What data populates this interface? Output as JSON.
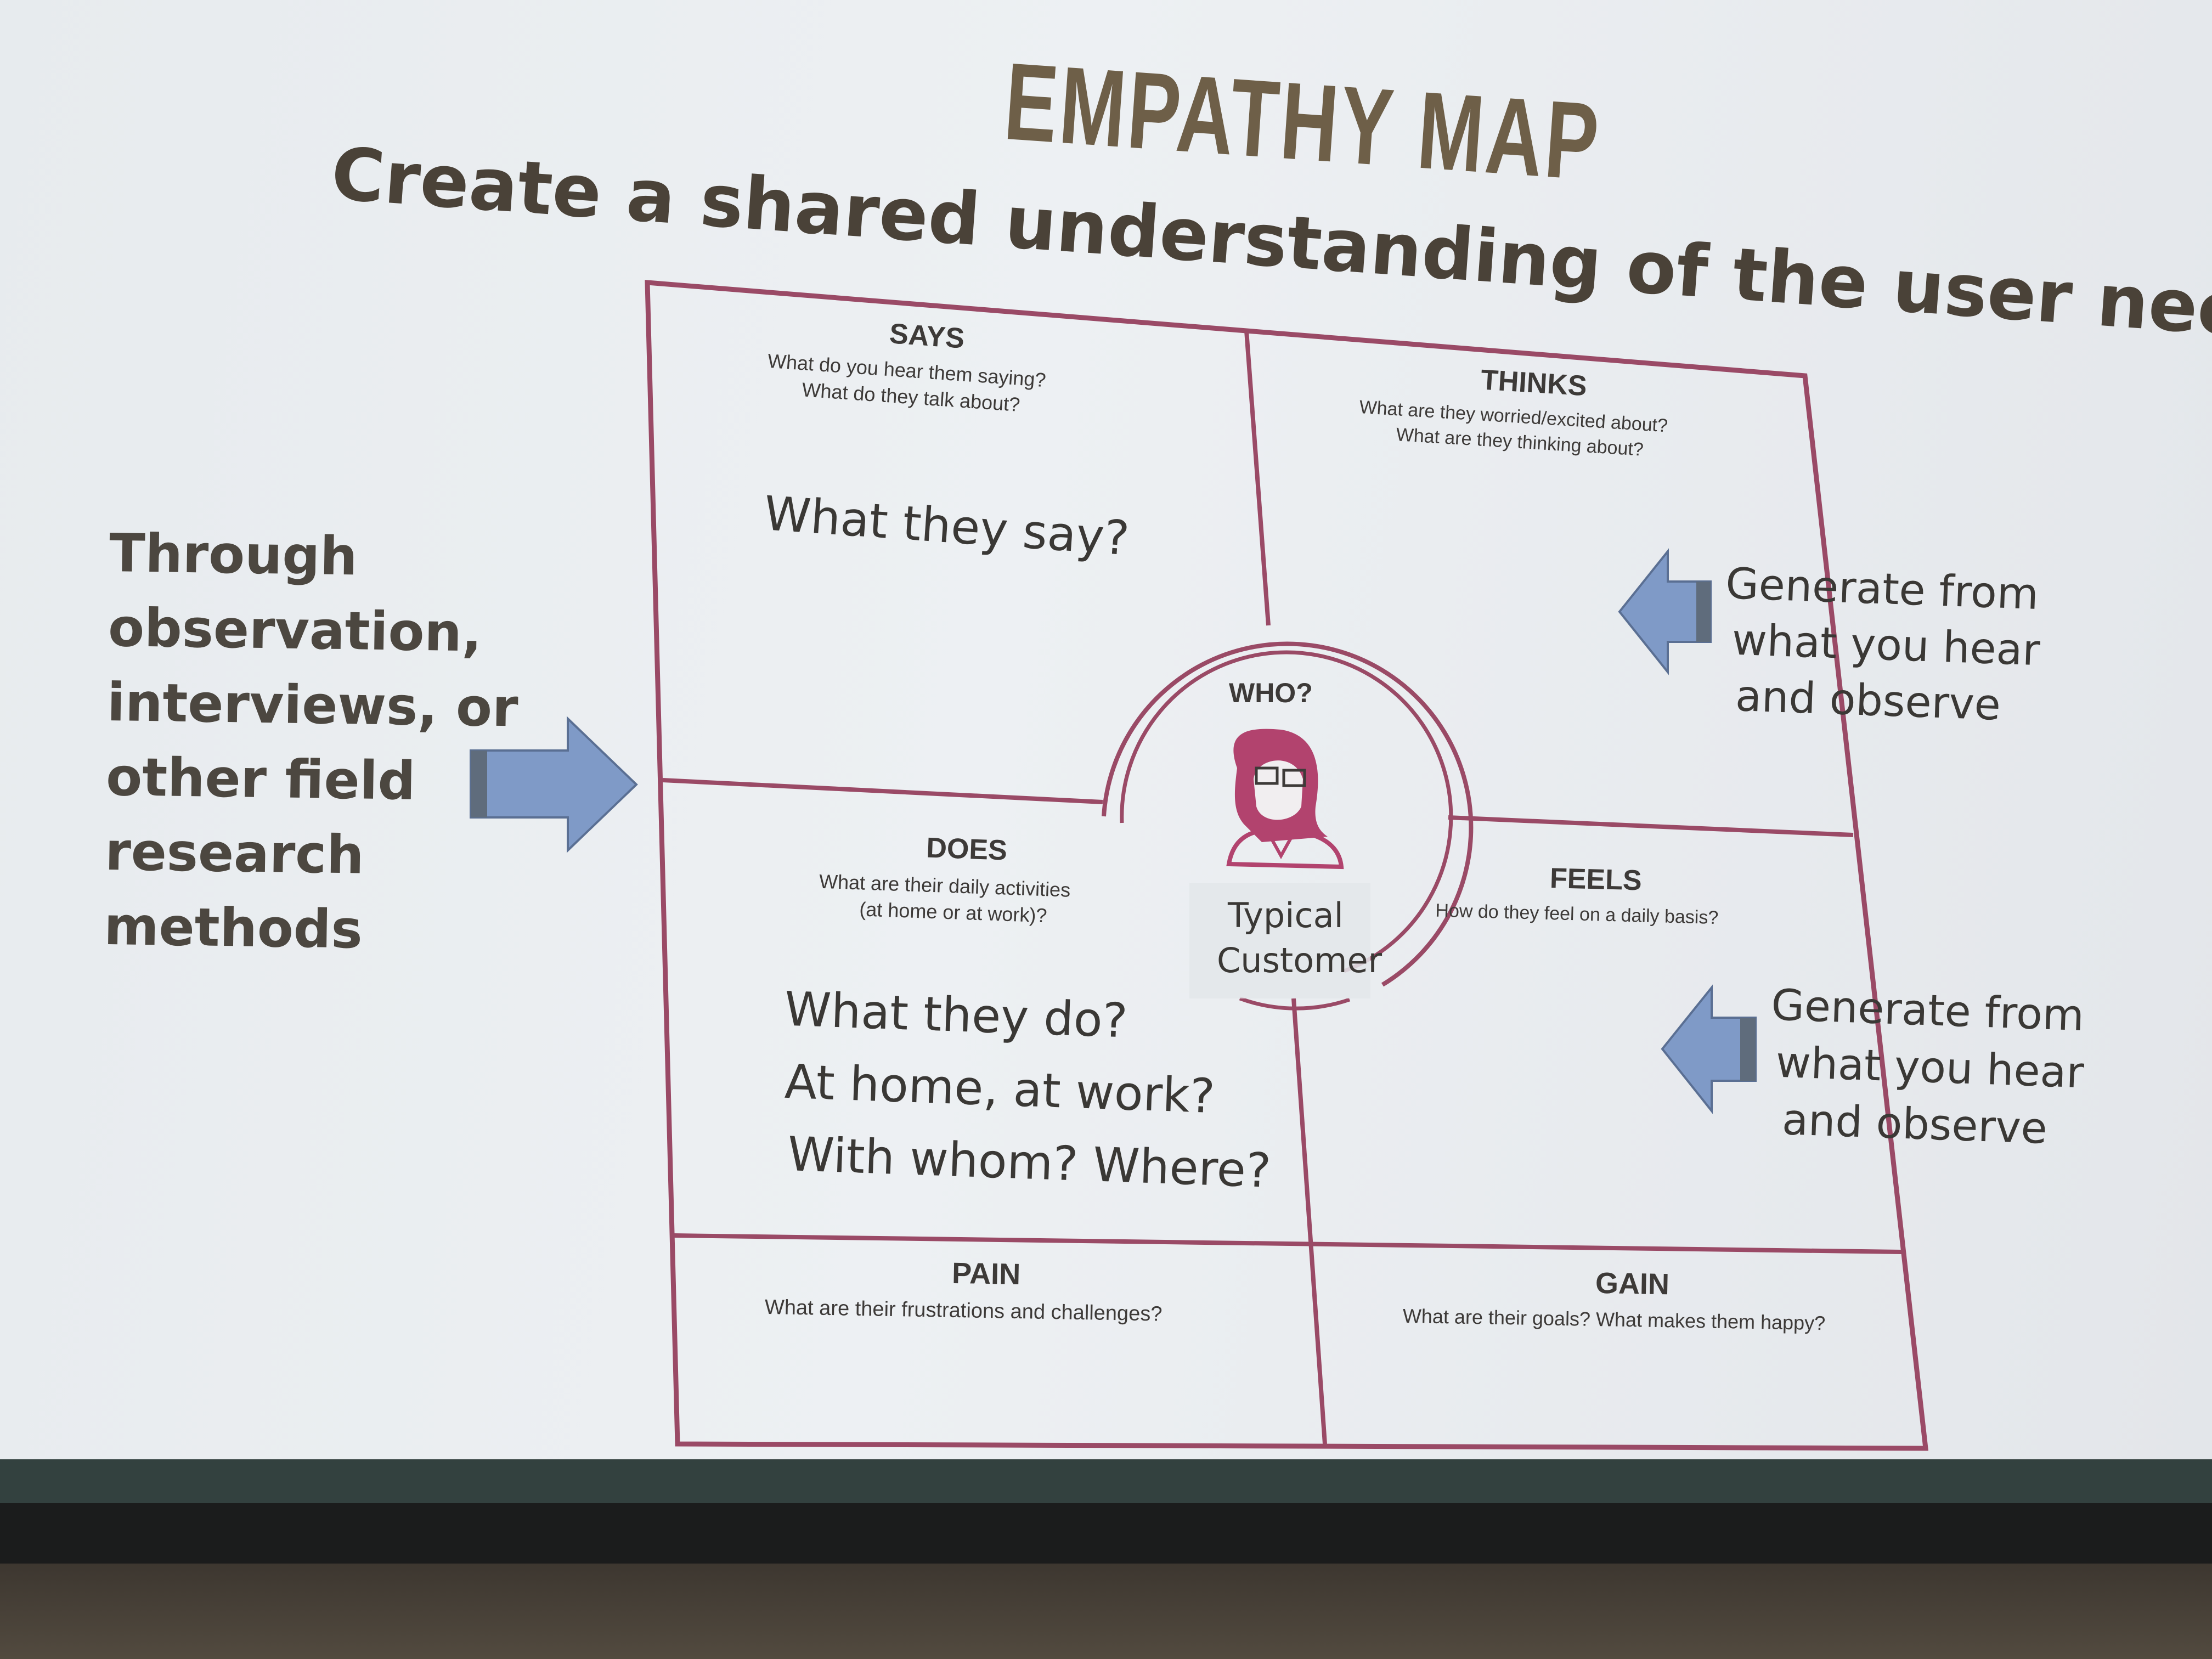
{
  "title": "EMPATHY MAP",
  "subtitle": "Create a shared understanding of the user needs",
  "left_note": [
    "Through",
    "observation,",
    "interviews, or",
    "other field",
    "research",
    "methods"
  ],
  "quadrants": {
    "says": {
      "label": "SAYS",
      "q1": "What do you hear them saying?",
      "q2": "What do they talk about?",
      "body": [
        "What they say?"
      ]
    },
    "thinks": {
      "label": "THINKS",
      "q1": "What are they worried/excited about?",
      "q2": "What are they thinking about?"
    },
    "does": {
      "label": "DOES",
      "q1": "What are their daily activities",
      "q2": "(at home or at work)?",
      "body": [
        "What they do?",
        "At home, at work?",
        "With whom? Where?"
      ]
    },
    "feels": {
      "label": "FEELS",
      "q1": "How do they feel on a daily basis?"
    },
    "pain": {
      "label": "PAIN",
      "q1": "What are their frustrations and challenges?"
    },
    "gain": {
      "label": "GAIN",
      "q1": "What are their goals? What makes them happy?"
    }
  },
  "center": {
    "label": "WHO?",
    "persona": [
      "Typical",
      "Customer"
    ],
    "icon": "woman-with-glasses-icon"
  },
  "generate_note": [
    "Generate from",
    "what you hear",
    "and observe"
  ],
  "colors": {
    "frame": "#9a4a66",
    "arrow": "#7f9ac7",
    "persona": "#b2436e",
    "title": "#6e5f48"
  }
}
